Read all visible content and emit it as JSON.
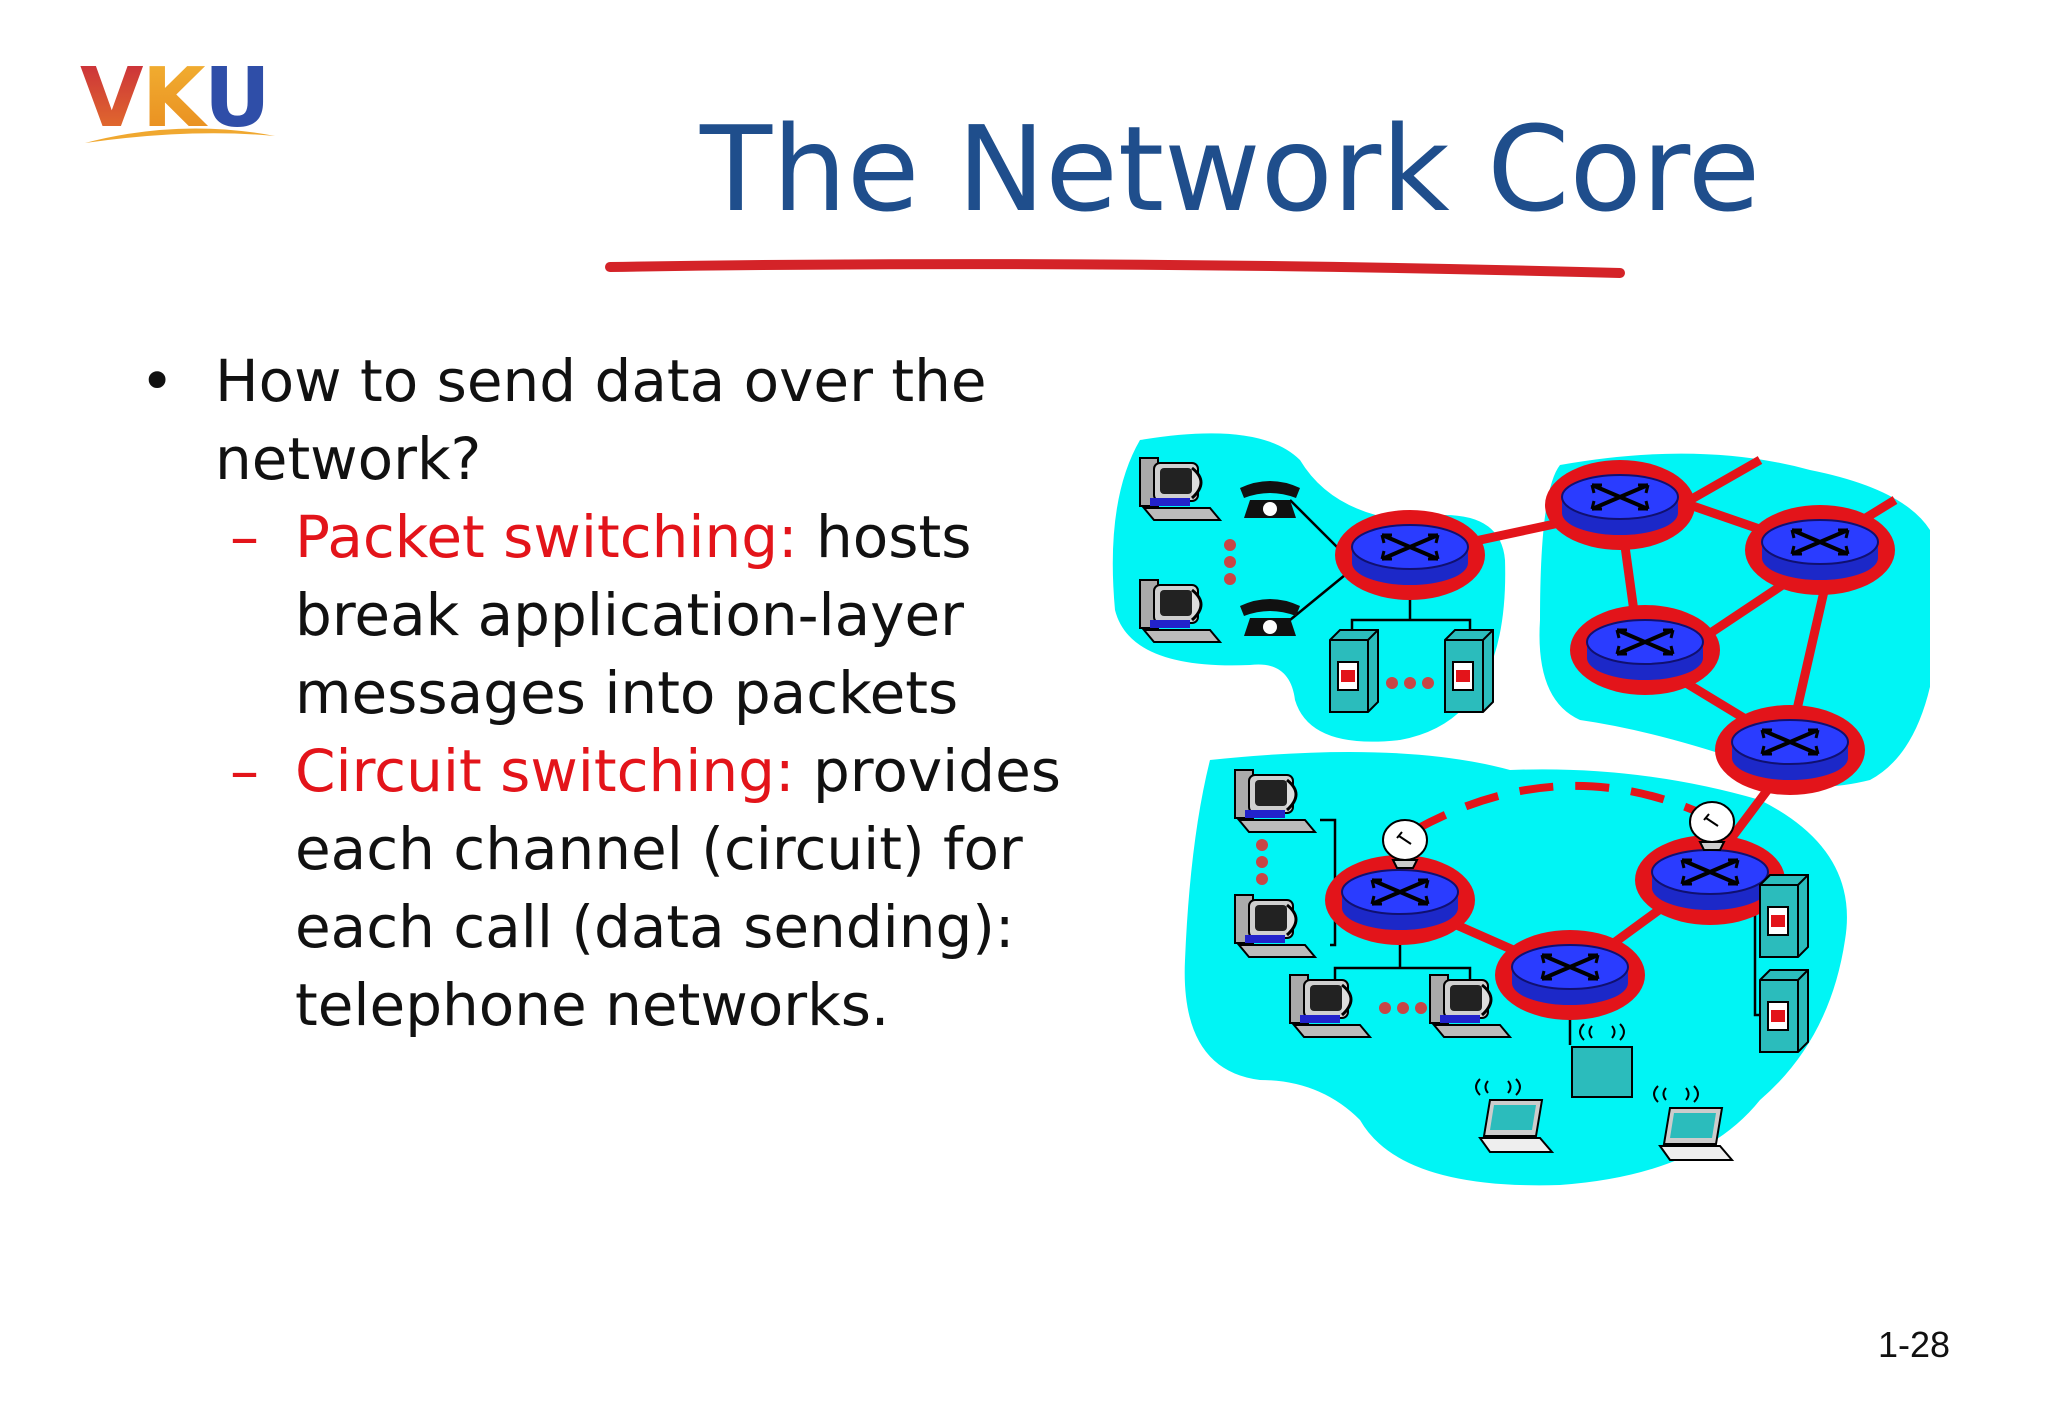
{
  "logo": {
    "text": "VKU"
  },
  "slide": {
    "title": "The Network Core",
    "bullets": [
      {
        "text": "How to send data over the network?",
        "children": [
          {
            "label": "Packet switching:",
            "text": "hosts break application-layer messages into packets"
          },
          {
            "label": "Circuit switching:",
            "text": "provides each channel (circuit) for each call (data sending): telephone networks."
          }
        ]
      }
    ],
    "page_number": "1-28"
  },
  "colors": {
    "title": "#1f4e8c",
    "highlight": "#e3141a",
    "network_region": "#00f5f5",
    "router_body": "#1c28c8",
    "router_outline": "#e3141a",
    "underline": "#d42328"
  }
}
